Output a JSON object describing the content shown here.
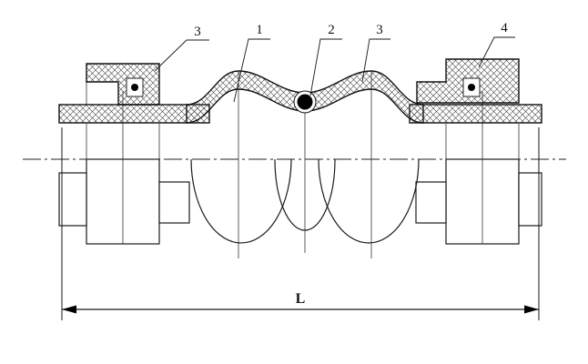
{
  "diagram": {
    "type": "technical-cross-section",
    "subject": "double-sphere rubber expansion joint with flanges",
    "callouts": [
      {
        "label": "3"
      },
      {
        "label": "1"
      },
      {
        "label": "2"
      },
      {
        "label": "3"
      },
      {
        "label": "4"
      }
    ],
    "dimension": {
      "label": "L"
    },
    "colors": {
      "line": "#1a1a1a",
      "background": "#ffffff",
      "fill_solid": "#000000"
    }
  }
}
